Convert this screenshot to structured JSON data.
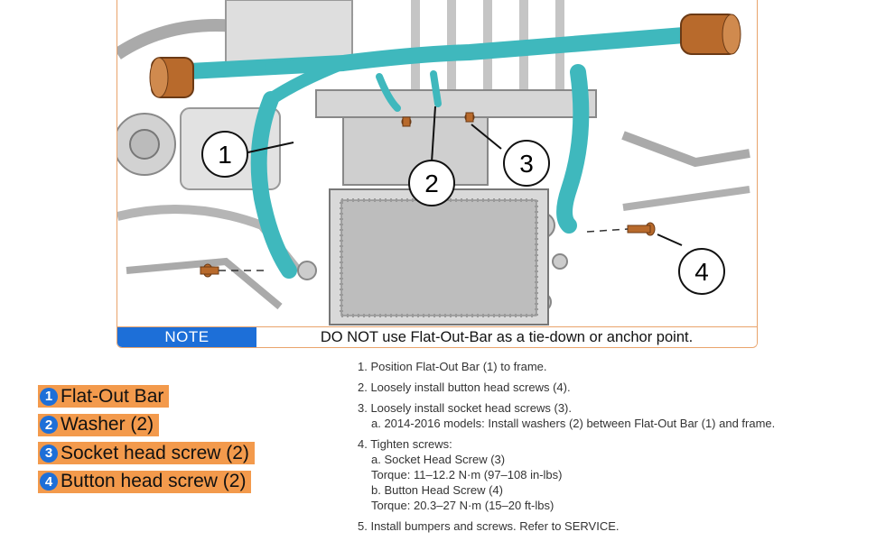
{
  "callouts": [
    "1",
    "2",
    "3",
    "4"
  ],
  "note": {
    "label": "NOTE",
    "text": "DO NOT use Flat-Out-Bar as a tie-down or anchor point."
  },
  "legend": [
    {
      "num": "1",
      "label": "Flat-Out Bar"
    },
    {
      "num": "2",
      "label": "Washer (2)"
    },
    {
      "num": "3",
      "label": "Socket head screw (2)"
    },
    {
      "num": "4",
      "label": "Button head screw (2)"
    }
  ],
  "steps": {
    "s1": "1. Position Flat-Out Bar (1) to frame.",
    "s2": "2. Loosely install button head screws (4).",
    "s3": "3. Loosely install socket head screws (3).",
    "s3a": "a. 2014-2016 models: Install washers (2) between Flat-Out Bar (1) and frame.",
    "s4": "4. Tighten screws:",
    "s4a": "a. Socket Head Screw (3)",
    "s4a_torque": "Torque: 11–12.2 N·m (97–108 in-lbs)",
    "s4b": "b. Button Head Screw (4)",
    "s4b_torque": "Torque: 20.3–27 N·m (15–20 ft-lbs)",
    "s5": "5. Install bumpers and screws. Refer to SERVICE."
  },
  "colors": {
    "bar": "#3fb8bd",
    "bumper": "#b86a2c",
    "note_blue": "#1d6fd8",
    "legend_orange": "#f39a4c",
    "frame_border": "#e9a36b"
  }
}
